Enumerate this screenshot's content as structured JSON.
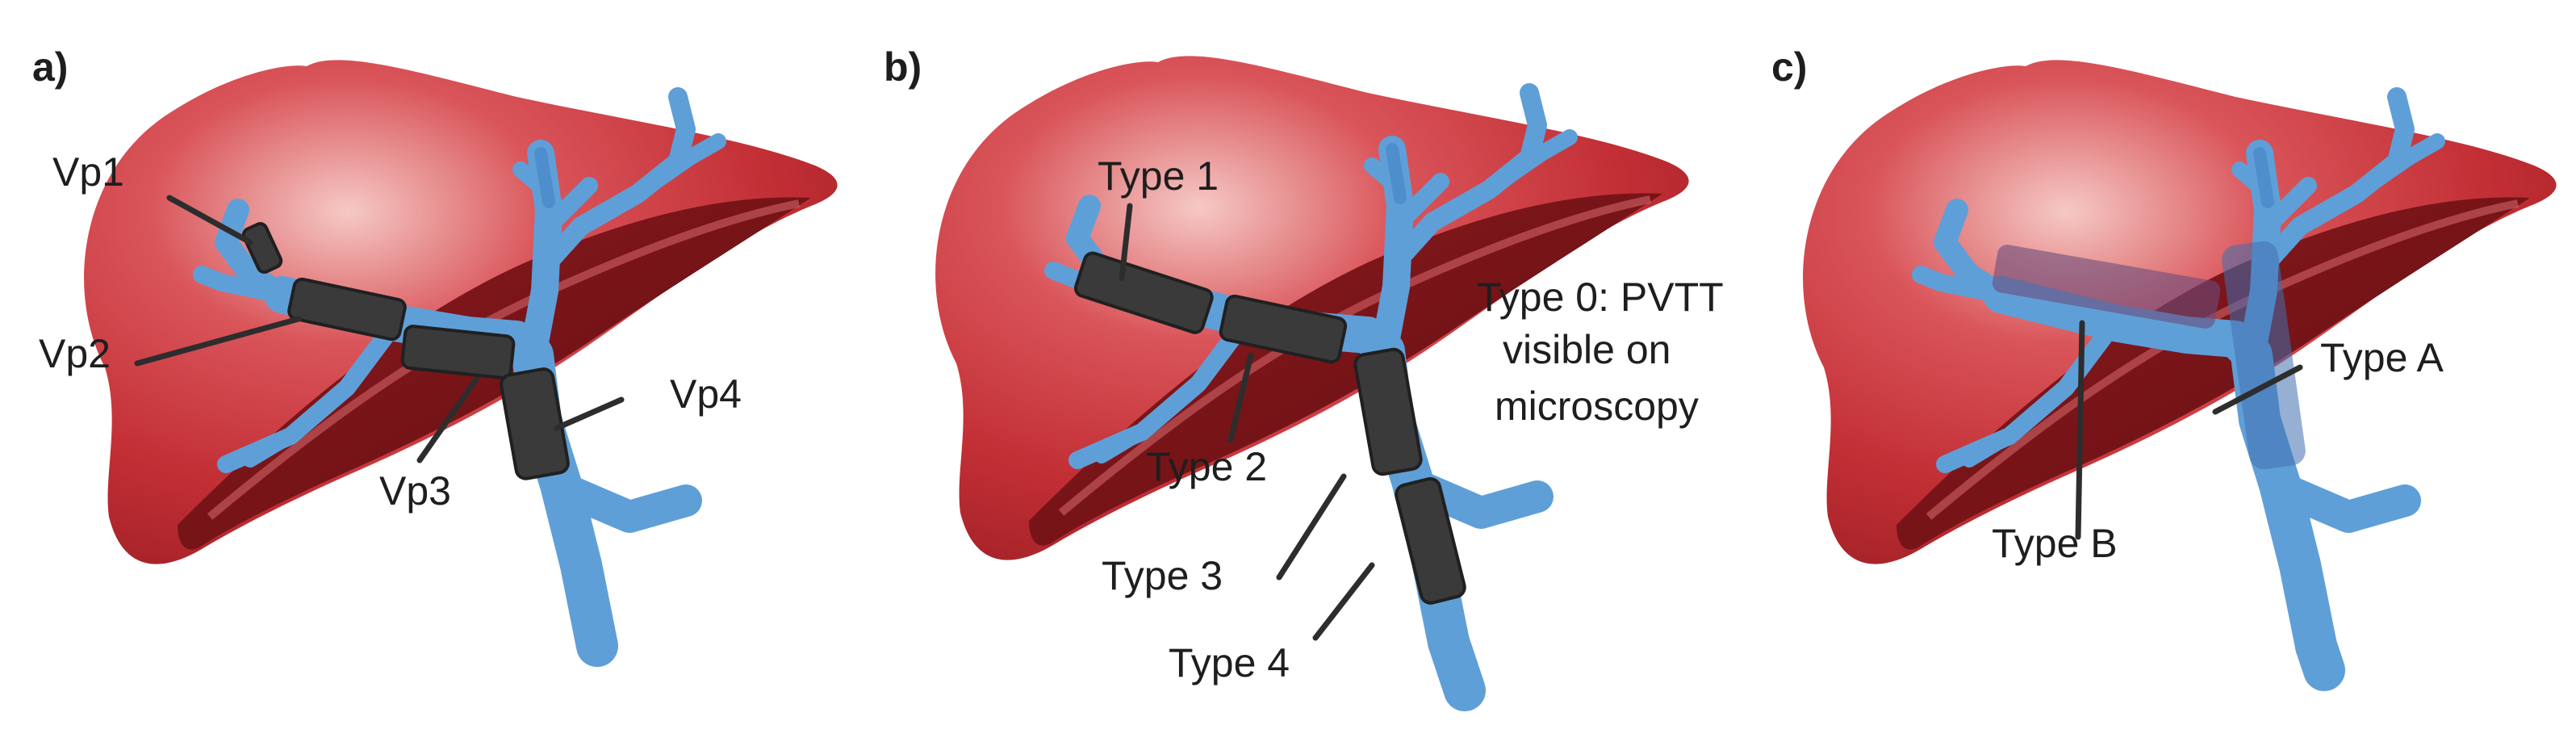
{
  "colors": {
    "liver_light": "#f3b8b4",
    "liver_mid": "#c9363a",
    "liver_dark": "#7f1518",
    "vein_blue": "#5f9fd8",
    "vein_dark": "#3f7dbf",
    "thrombus": "#3a3a3a",
    "overlay_purple": "#6b4c7c"
  },
  "panels": [
    {
      "label": "a)",
      "callouts": {
        "vp1": "Vp1",
        "vp2": "Vp2",
        "vp3": "Vp3",
        "vp4": "Vp4"
      }
    },
    {
      "label": "b)",
      "callouts": {
        "type1": "Type 1",
        "type2": "Type 2",
        "type3": "Type 3",
        "type4": "Type 4",
        "type0_line1": "Type 0: PVTT",
        "type0_line2": "visible on",
        "type0_line3": "microscopy"
      }
    },
    {
      "label": "c)",
      "callouts": {
        "typeA": "Type A",
        "typeB": "Type B"
      }
    }
  ],
  "icons": [
    "liver-illustration",
    "portal-vein-tree",
    "tumor-thrombus"
  ]
}
